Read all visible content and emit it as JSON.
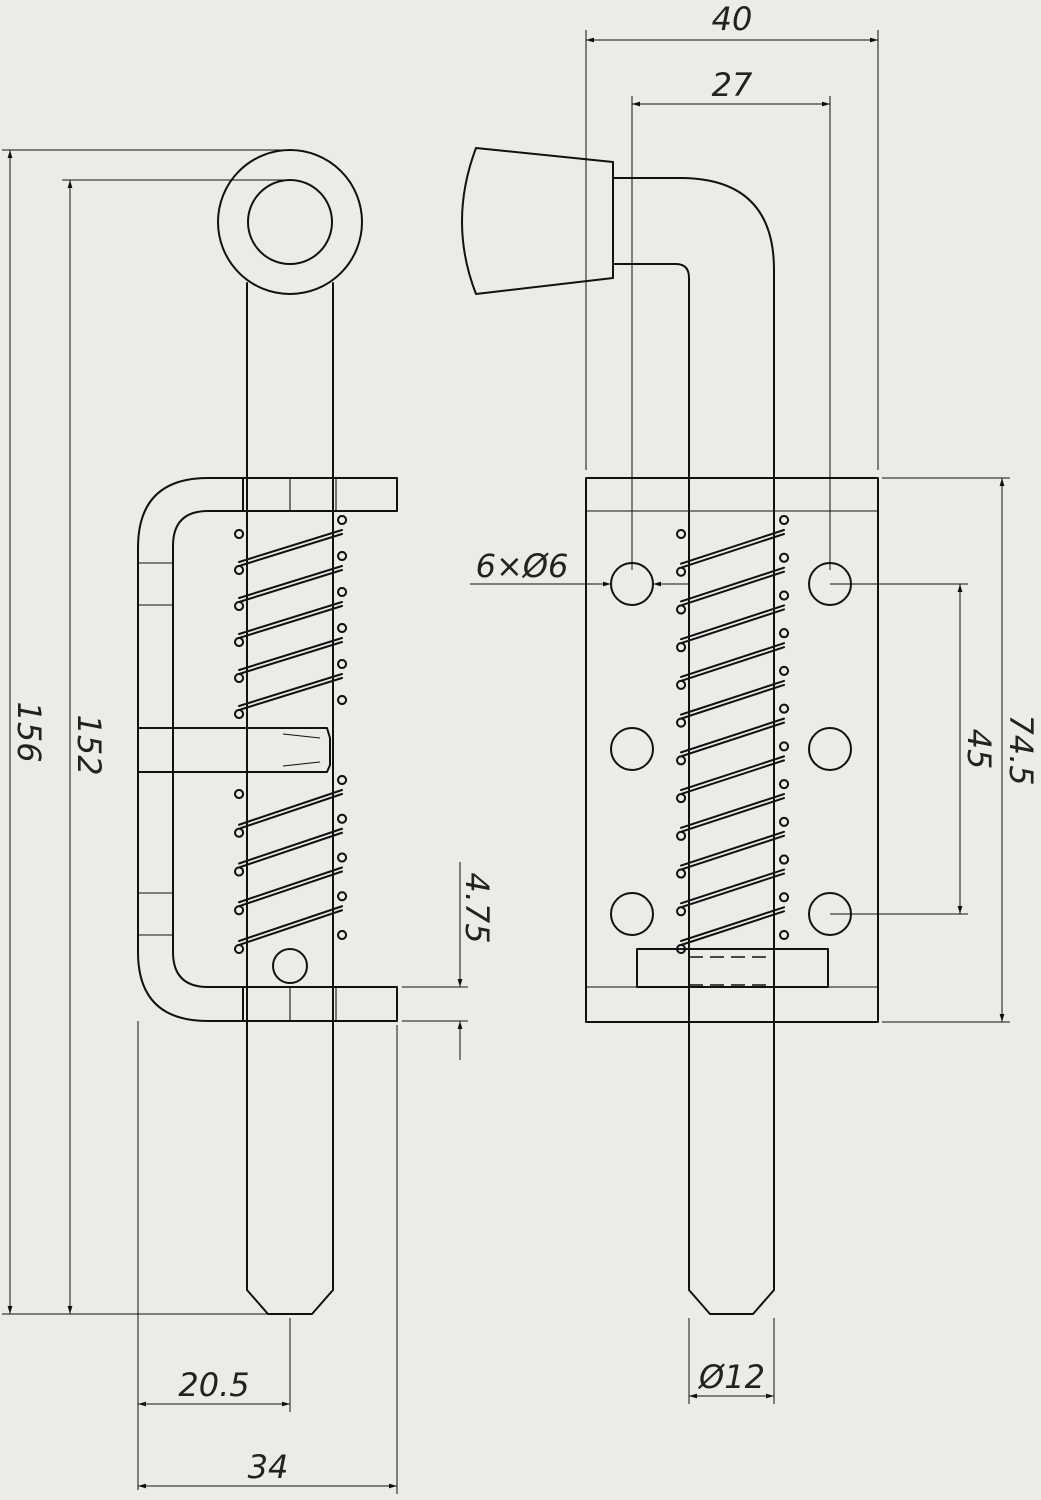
{
  "background": "#ecebe7",
  "line_color": "#111111",
  "dimensions": {
    "width_40": "40",
    "width_27": "27",
    "height_156": "156",
    "height_152": "152",
    "hole_spec": "6×Ø6",
    "height_74_5": "74.5",
    "height_45": "45",
    "offset_4_75": "4.75",
    "width_20_5": "20.5",
    "width_34": "34",
    "diameter_12": "Ø12"
  }
}
